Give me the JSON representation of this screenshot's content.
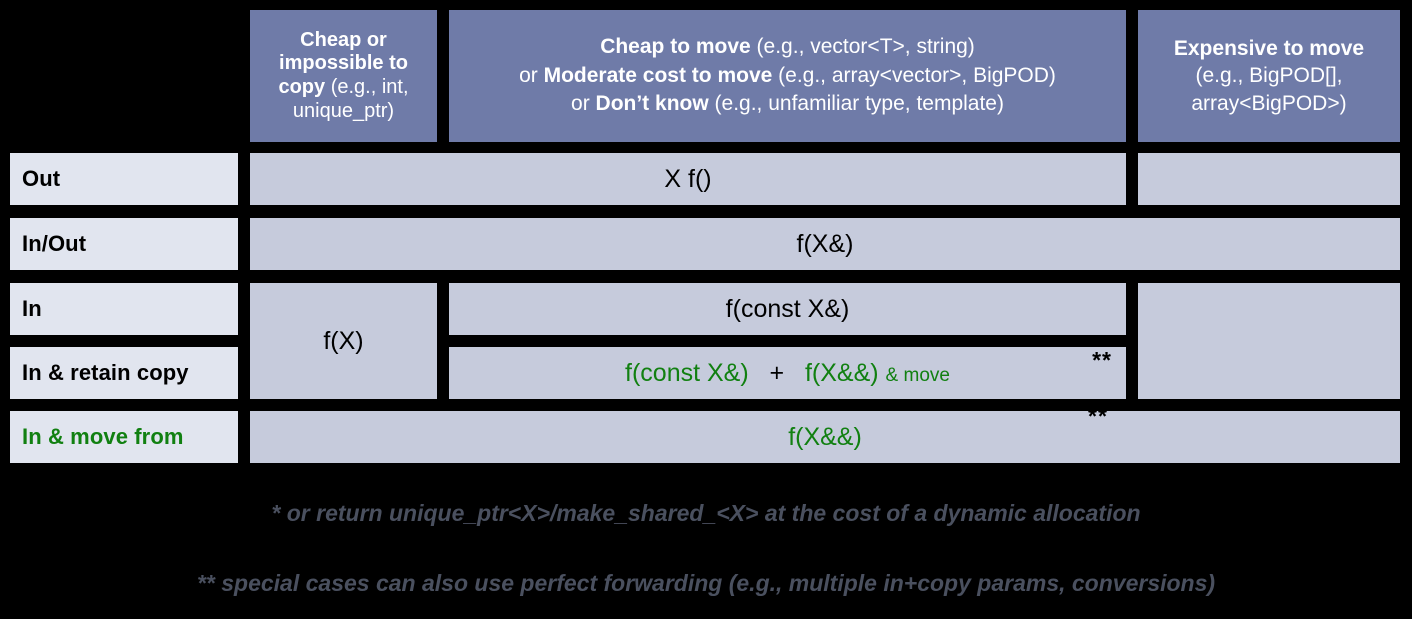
{
  "title": "C++ parameter passing / return guidelines table",
  "colors": {
    "background": "#000000",
    "header_fill": "#6F7BA8",
    "header_text": "#FFFFFF",
    "row_label_fill": "#E1E5EF",
    "data_fill": "#C6CBDC",
    "accent_green": "#118011",
    "footnote_text": "#4A505F"
  },
  "header": {
    "corner": "",
    "columns": [
      {
        "id": "cheap-or-impossible-to-copy",
        "lines": [
          {
            "strong": "Cheap or",
            "normal": ""
          },
          {
            "strong": "impossible to",
            "normal": ""
          },
          {
            "strong": "copy",
            "normal": " (e.g., int,"
          },
          {
            "strong": "",
            "normal": "unique_ptr)"
          }
        ],
        "plain": "Cheap or impossible to copy (e.g., int, unique_ptr)"
      },
      {
        "id": "cheap-moderate-or-dont-know",
        "lines": [
          {
            "strong": "Cheap to move",
            "normal": " (e.g., vector<T>, string)"
          },
          {
            "prefix": "or ",
            "strong": "Moderate cost to move",
            "normal": " (e.g., array<vector>, BigPOD)"
          },
          {
            "prefix": "or ",
            "strong": "Don’t know",
            "normal": " (e.g., unfamiliar type, template)"
          }
        ],
        "plain": "Cheap to move (e.g., vector<T>, string) or Moderate cost to move (e.g., array<vector>, BigPOD) or Don’t know (e.g., unfamiliar type, template)"
      },
      {
        "id": "expensive-to-move",
        "lines": [
          {
            "strong": "Expensive to move",
            "normal": ""
          },
          {
            "strong": "",
            "normal": "(e.g., BigPOD[],"
          },
          {
            "strong": "",
            "normal": "array<BigPOD>)"
          }
        ],
        "plain": "Expensive to move (e.g., BigPOD[], array<BigPOD>)"
      }
    ]
  },
  "rows": [
    {
      "id": "out",
      "label": "Out",
      "green_label": false
    },
    {
      "id": "in-out",
      "label": "In/Out",
      "green_label": false
    },
    {
      "id": "in",
      "label": "In",
      "green_label": false
    },
    {
      "id": "in-retain-copy",
      "label": "In & retain copy",
      "green_label": false
    },
    {
      "id": "in-move-from",
      "label": "In & move from",
      "green_label": true
    }
  ],
  "cells": {
    "out_mid": "X f()",
    "inout_all": "f(X&)",
    "in_copycol": "f(X)",
    "in_mid": "f(const X&)",
    "retain_a": "f(const X&)",
    "retain_plus": "+",
    "retain_b": "f(X&&)",
    "retain_c": "& move",
    "move_from": "f(X&&)",
    "star_marker": "**"
  },
  "footnotes": [
    "* or return unique_ptr<X>/make_shared_<X> at the cost of a dynamic allocation",
    "** special cases can also use perfect forwarding (e.g., multiple in+copy params, conversions)"
  ]
}
